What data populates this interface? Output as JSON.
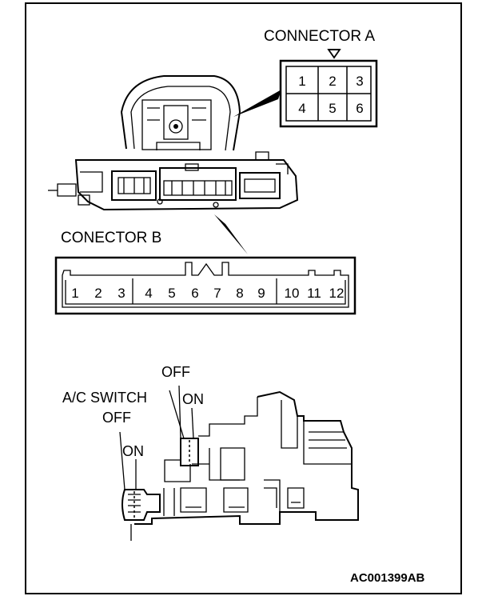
{
  "connector_a": {
    "title": "CONNECTOR A",
    "pins": [
      "1",
      "2",
      "3",
      "4",
      "5",
      "6"
    ]
  },
  "connector_b": {
    "title": "CONECTOR B",
    "pins": [
      "1",
      "2",
      "3",
      "4",
      "5",
      "6",
      "7",
      "8",
      "9",
      "10",
      "11",
      "12"
    ]
  },
  "switch_labels": {
    "ac_switch": "A/C SWITCH",
    "ac_off": "OFF",
    "ac_on": "ON",
    "main_off": "OFF",
    "main_on": "ON"
  },
  "figure_code": "AC001399AB"
}
